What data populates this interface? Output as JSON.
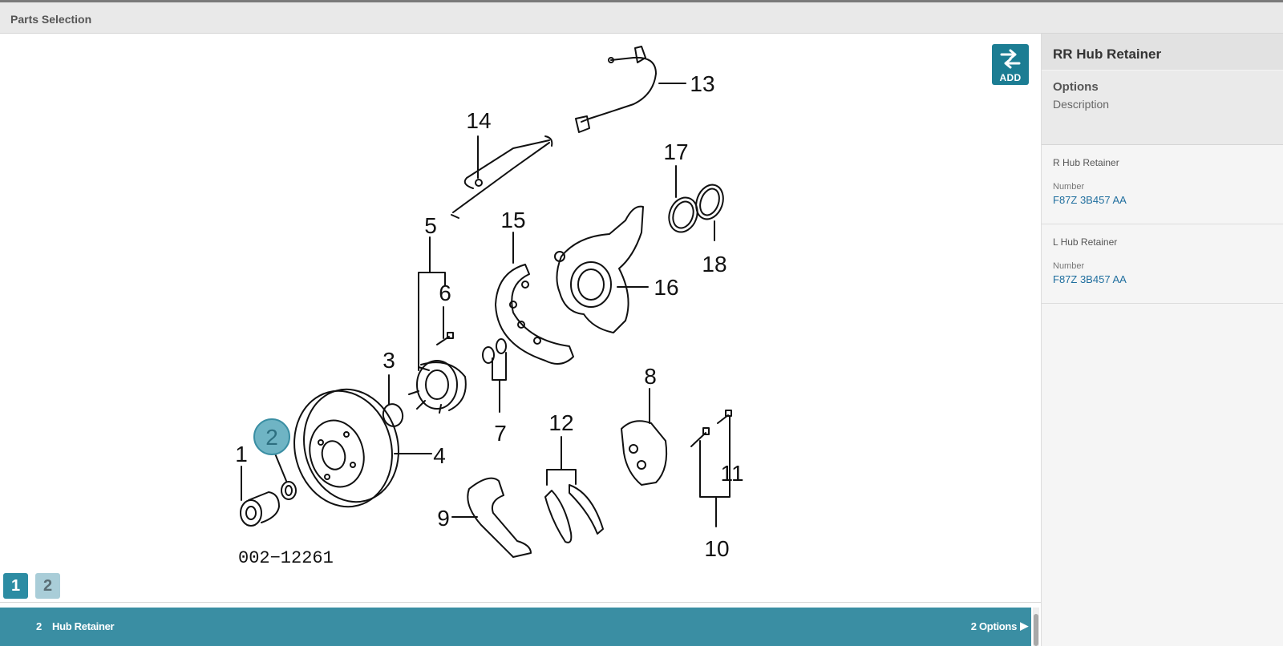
{
  "header": {
    "title": "Parts Selection"
  },
  "toolbar": {
    "add_label": "ADD"
  },
  "diagram": {
    "callouts": [
      "1",
      "2",
      "3",
      "4",
      "5",
      "6",
      "7",
      "8",
      "9",
      "10",
      "11",
      "12",
      "13",
      "14",
      "15",
      "16",
      "17",
      "18"
    ],
    "highlighted_callout": "2",
    "figure_code": "002−12261"
  },
  "pagination": {
    "pages": [
      "1",
      "2"
    ],
    "active_page": "1"
  },
  "part_row": {
    "number": "2",
    "name": "Hub Retainer",
    "options": "2 Options"
  },
  "sidebar": {
    "title": "RR Hub Retainer",
    "options_header": "Options",
    "description_header": "Description",
    "options": [
      {
        "name": "R Hub Retainer",
        "number_label": "Number",
        "number": "F87Z 3B457 AA"
      },
      {
        "name": "L Hub Retainer",
        "number_label": "Number",
        "number": "F87Z 3B457 AA"
      }
    ]
  },
  "colors": {
    "accent": "#3a8ea3",
    "add_button": "#1c7d93",
    "link": "#1f6e9e"
  }
}
